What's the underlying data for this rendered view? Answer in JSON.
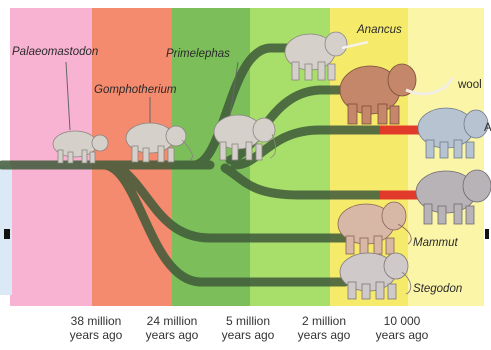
{
  "diagram": {
    "eras": [
      {
        "key": "era-1",
        "color": "#f8b2d2"
      },
      {
        "key": "era-2",
        "color": "#f48a6e"
      },
      {
        "key": "era-3",
        "color": "#7cbf5a"
      },
      {
        "key": "era-4",
        "color": "#a8de6a"
      },
      {
        "key": "era-5",
        "color": "#f5ea6a"
      },
      {
        "key": "era-6",
        "color": "#fbf5a8"
      }
    ],
    "species": {
      "palaeomastodon": "Palaeomastodon",
      "gomphotherium": "Gomphotherium",
      "primelephas": "Primelephas",
      "anancus": "Anancus",
      "woolly": "wool",
      "asian": "A",
      "mammut": "Mammut",
      "stegodon": "Stegodon"
    },
    "time_axis": [
      {
        "line1": "38 million",
        "line2": "years ago"
      },
      {
        "line1": "24 million",
        "line2": "years ago"
      },
      {
        "line1": "5 million",
        "line2": "years ago"
      },
      {
        "line1": "2 million",
        "line2": "years ago"
      },
      {
        "line1": "10 000",
        "line2": "years ago"
      }
    ],
    "colors": {
      "branch": "#3f5a3a",
      "extant": "#e23a2a",
      "animal": "#d9d4cf"
    }
  }
}
